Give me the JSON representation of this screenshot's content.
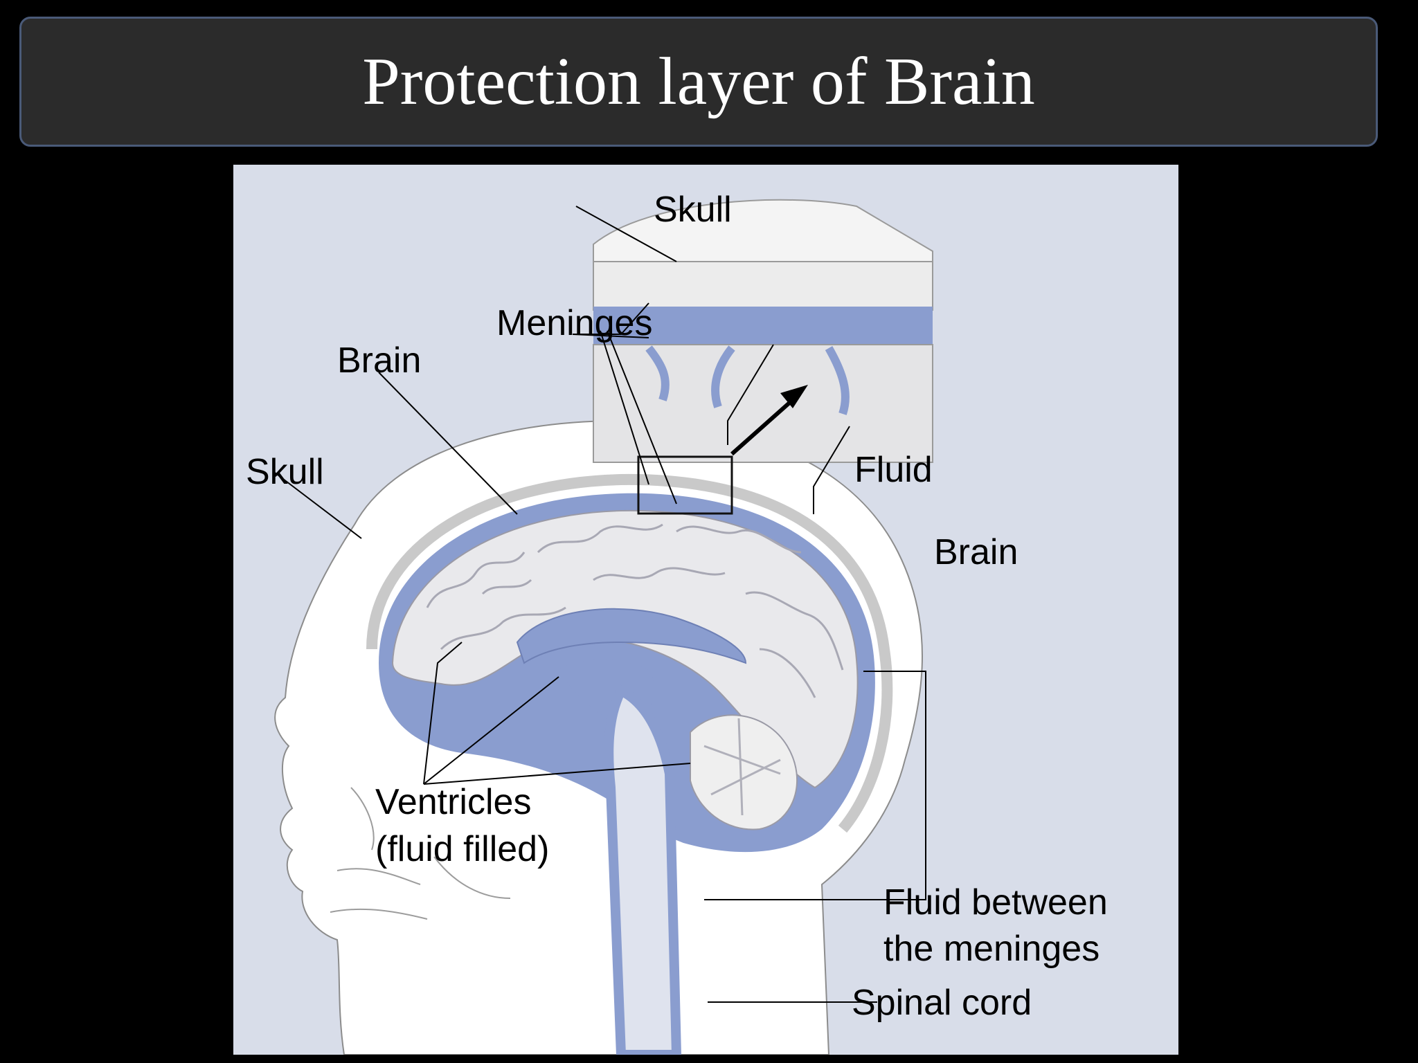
{
  "title": "Protection layer of Brain",
  "colors": {
    "background": "#000000",
    "title_bar": "#2b2b2b",
    "title_border": "#4a5a78",
    "panel": "#d8dde9",
    "fluid": "#8a9dcf",
    "brain_tissue": "#e9e9ec",
    "skin": "#ffffff"
  },
  "labels": {
    "skull_main": "Skull",
    "brain_main": "Brain",
    "meninges": "Meninges",
    "skull_inset": "Skull",
    "fluid_inset": "Fluid",
    "brain_inset": "Brain",
    "ventricles_line1": "Ventricles",
    "ventricles_line2": "(fluid filled)",
    "fluid_between_line1": "Fluid between",
    "fluid_between_line2": "the meninges",
    "spinal_cord": "Spinal cord"
  }
}
